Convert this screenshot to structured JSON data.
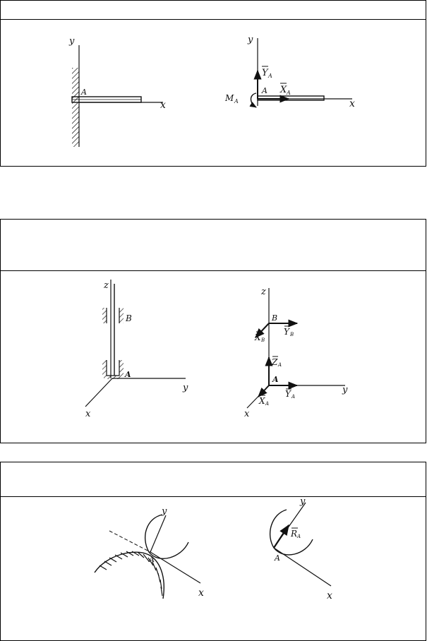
{
  "panel1": {
    "left": {
      "y": "y",
      "x": "x",
      "a": "A"
    },
    "right": {
      "y": "y",
      "x": "x",
      "a": "A",
      "ya": "Y",
      "ya_sub": "A",
      "xa": "X",
      "xa_sub": "A",
      "m": "M",
      "m_sub": "A"
    }
  },
  "panel2": {
    "left": {
      "z": "z",
      "y": "y",
      "x": "x",
      "a": "A",
      "b": "B"
    },
    "right": {
      "z": "z",
      "y": "y",
      "x": "x",
      "a": "A",
      "b": "B",
      "yb": "Y",
      "yb_sub": "B",
      "xb": "X",
      "xb_sub": "B",
      "za": "Z",
      "za_sub": "A",
      "ya": "Y",
      "ya_sub": "A",
      "xa": "X",
      "xa_sub": "A"
    }
  },
  "panel3": {
    "left": {
      "y": "y",
      "x": "x",
      "a": "A"
    },
    "right": {
      "y": "y",
      "x": "x",
      "a": "A",
      "ra": "R",
      "ra_sub": "A"
    }
  }
}
